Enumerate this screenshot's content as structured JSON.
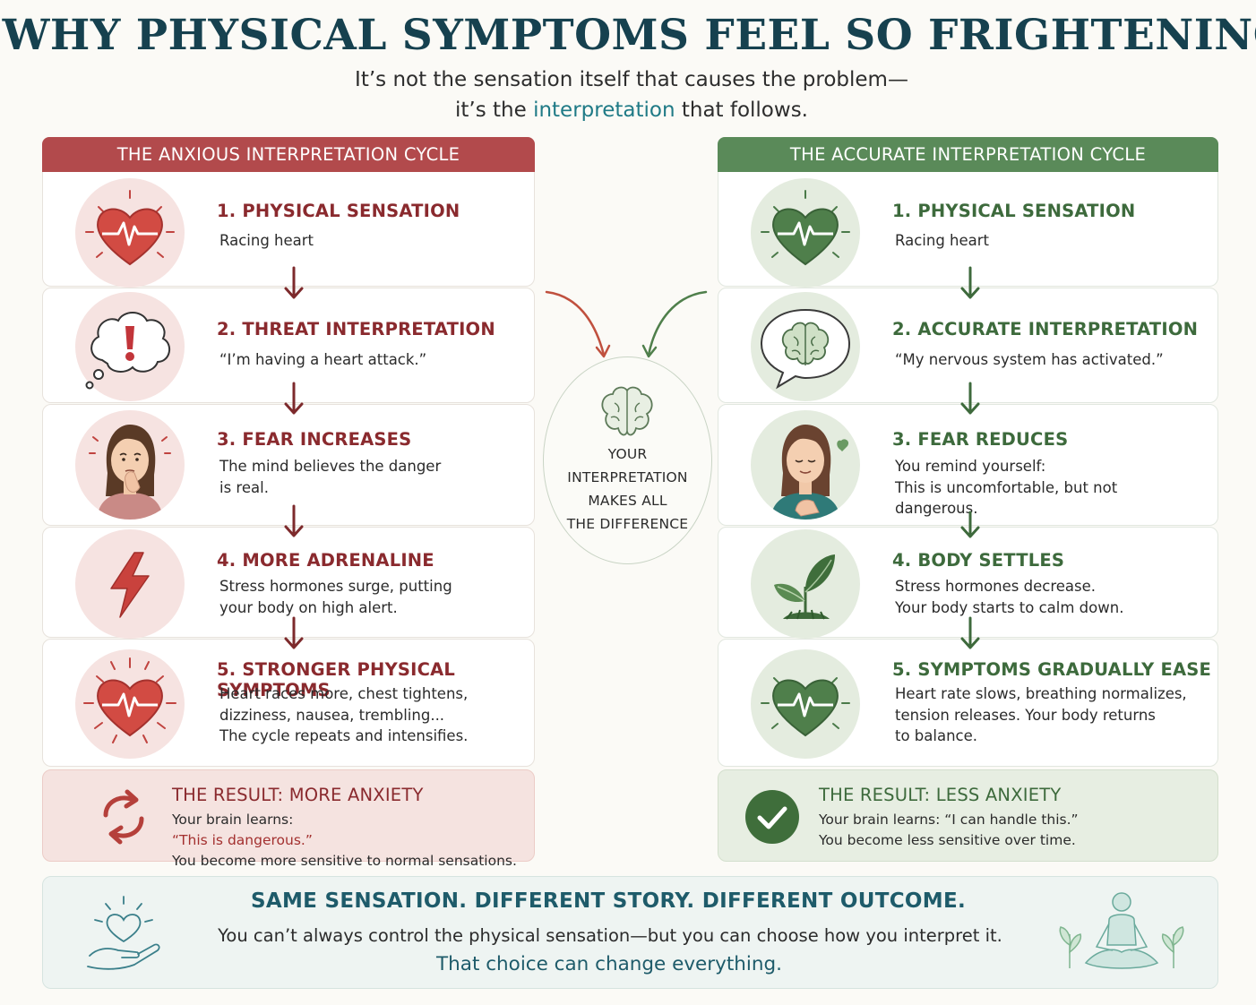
{
  "title": "WHY PHYSICAL SYMPTOMS FEEL SO FRIGHTENING",
  "subtitle": {
    "line1": "It’s not the sensation itself that causes the problem—",
    "line2_before": "it’s the ",
    "line2_highlight": "interpretation",
    "line2_after": " that follows."
  },
  "anxious": {
    "header": "THE ANXIOUS INTERPRETATION CYCLE",
    "steps": [
      {
        "title": "1. PHYSICAL SENSATION",
        "lines": [
          "Racing heart"
        ],
        "icon": "heart-pulse-icon"
      },
      {
        "title": "2. THREAT INTERPRETATION",
        "lines": [
          "“I’m having a heart attack.”"
        ],
        "icon": "thought-bubble-exclamation-icon"
      },
      {
        "title": "3. FEAR INCREASES",
        "lines": [
          "The mind believes the danger",
          "is real."
        ],
        "icon": "worried-woman-icon"
      },
      {
        "title": "4. MORE ADRENALINE",
        "lines": [
          "Stress hormones surge, putting",
          "your body on high alert."
        ],
        "icon": "lightning-bolt-icon"
      },
      {
        "title": "5. STRONGER PHYSICAL SYMPTOMS",
        "lines": [
          "Heart races more, chest tightens,",
          "dizziness, nausea, trembling...",
          "The cycle repeats and intensifies."
        ],
        "icon": "heart-pulse-icon"
      }
    ],
    "result": {
      "title": "THE RESULT: MORE ANXIETY",
      "line1_before": "Your brain learns: ",
      "line1_quote": "“This is dangerous.”",
      "line2": "You become more sensitive to normal sensations.",
      "icon": "cycle-arrows-icon"
    }
  },
  "accurate": {
    "header": "THE ACCURATE INTERPRETATION CYCLE",
    "steps": [
      {
        "title": "1. PHYSICAL SENSATION",
        "lines": [
          "Racing heart"
        ],
        "icon": "heart-pulse-icon"
      },
      {
        "title": "2. ACCURATE INTERPRETATION",
        "lines": [
          "“My nervous system has activated.”"
        ],
        "icon": "brain-speech-bubble-icon"
      },
      {
        "title": "3. FEAR REDUCES",
        "lines": [
          "You remind yourself:",
          "This is uncomfortable, but not",
          "dangerous."
        ],
        "icon": "calm-woman-icon"
      },
      {
        "title": "4. BODY SETTLES",
        "lines": [
          "Stress hormones decrease.",
          "Your body starts to calm down."
        ],
        "icon": "plant-icon"
      },
      {
        "title": "5. SYMPTOMS GRADUALLY EASE",
        "lines": [
          "Heart rate slows, breathing normalizes,",
          "tension releases. Your body returns",
          "to balance."
        ],
        "icon": "heart-pulse-icon"
      }
    ],
    "result": {
      "title": "THE RESULT: LESS ANXIETY",
      "line1": "Your brain learns: “I can handle this.”",
      "line2": "You become less sensitive over time.",
      "icon": "check-circle-icon"
    }
  },
  "center": {
    "lines": [
      "YOUR",
      "INTERPRETATION",
      "MAKES ALL",
      "THE DIFFERENCE"
    ],
    "icon": "brain-icon"
  },
  "bottom": {
    "title": "SAME SENSATION. DIFFERENT STORY. DIFFERENT OUTCOME.",
    "line1": "You can’t always control the physical sensation—but you can choose how you interpret it.",
    "line2": "That choice can change everything.",
    "left_icon": "heart-in-hand-icon",
    "right_icon": "meditation-icon"
  },
  "colors": {
    "title": "#16414f",
    "anxious_accent": "#b24a4c",
    "anxious_text": "#8a2a2e",
    "accurate_accent": "#5a8a59",
    "accurate_text": "#3d6a3c",
    "highlight": "#1f7a86"
  }
}
